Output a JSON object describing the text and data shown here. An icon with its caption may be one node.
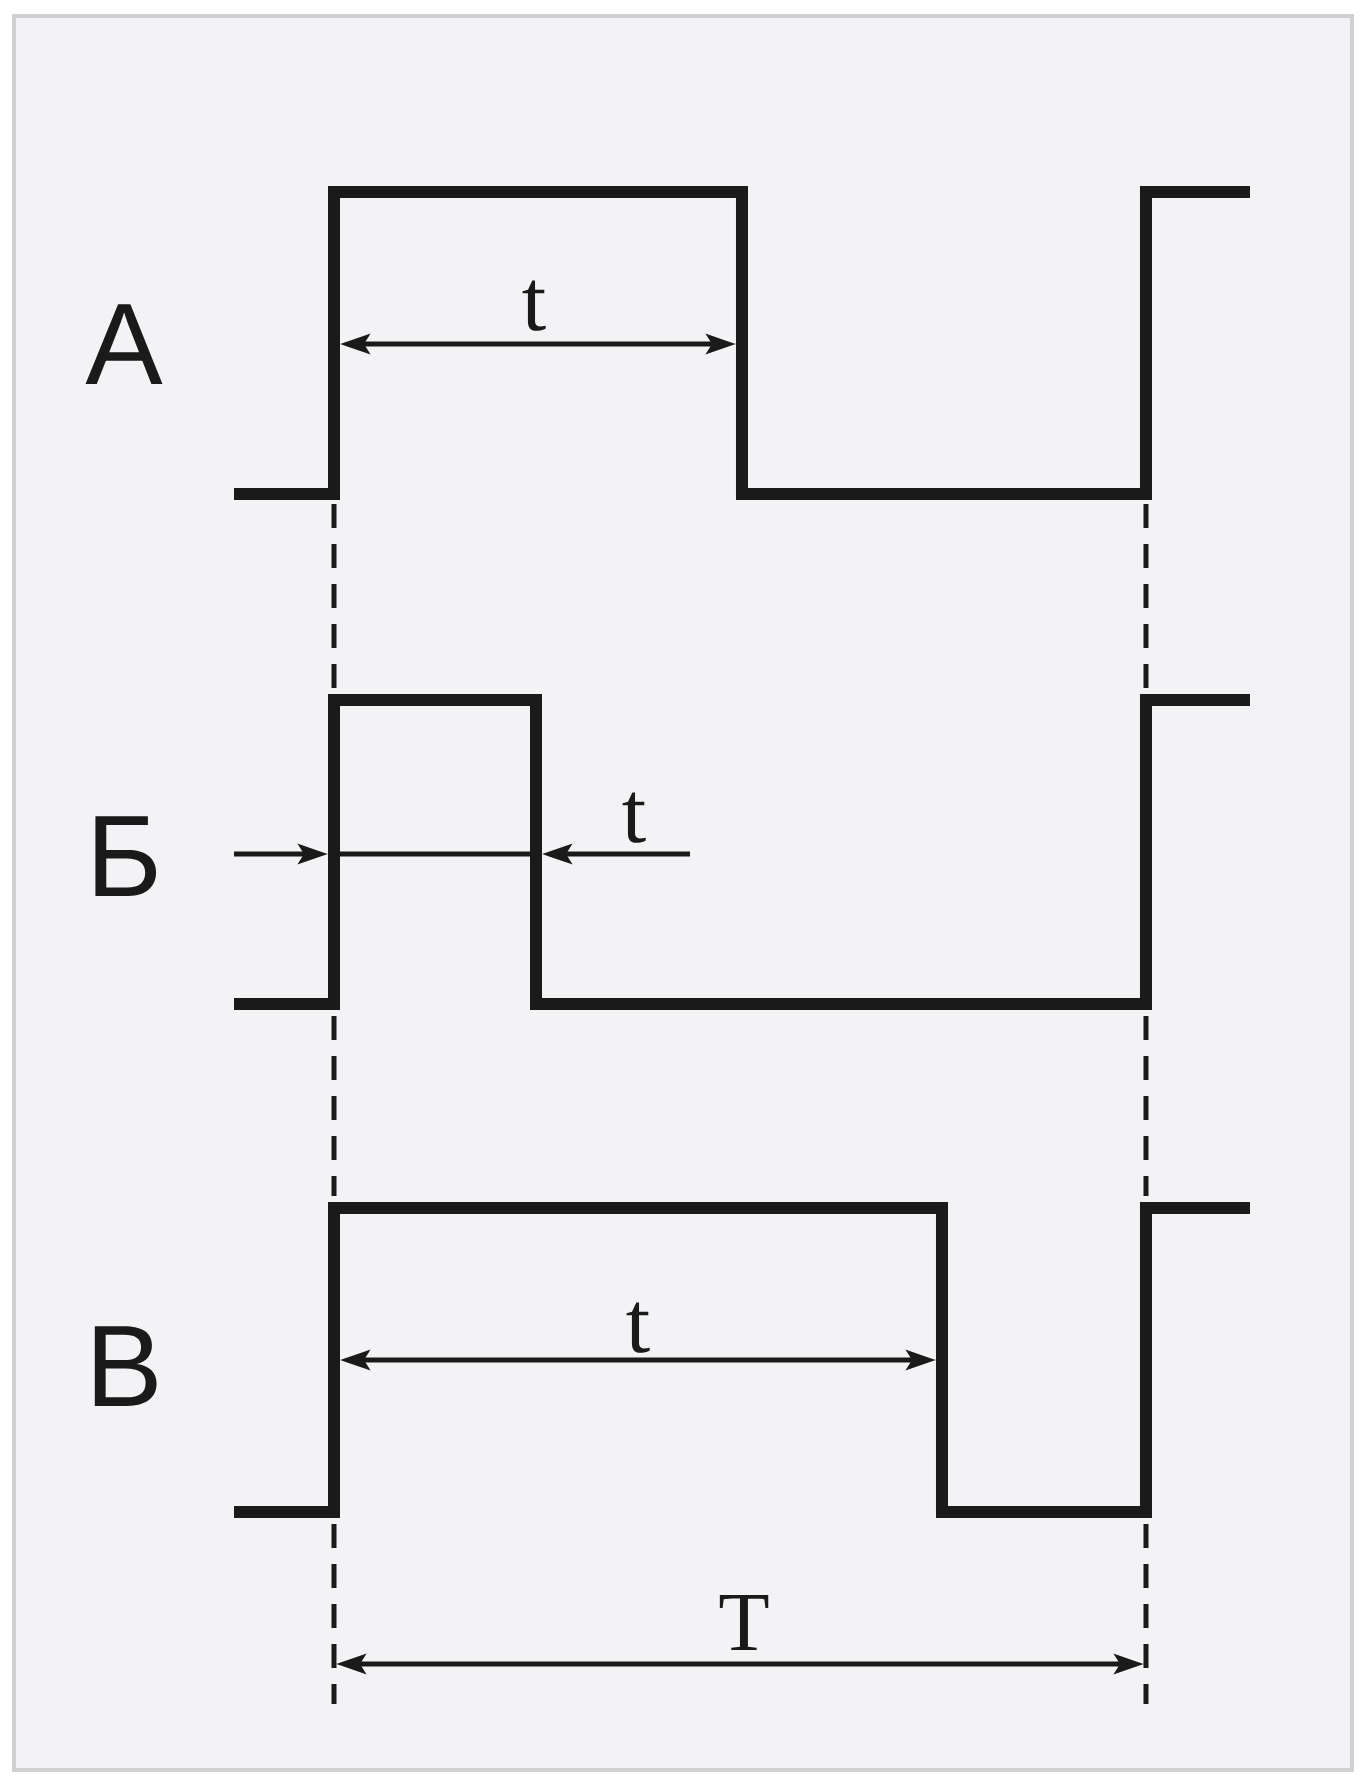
{
  "diagram": {
    "labels": [
      "А",
      "t",
      "Б",
      "t",
      "В",
      "t",
      "T"
    ]
  }
}
